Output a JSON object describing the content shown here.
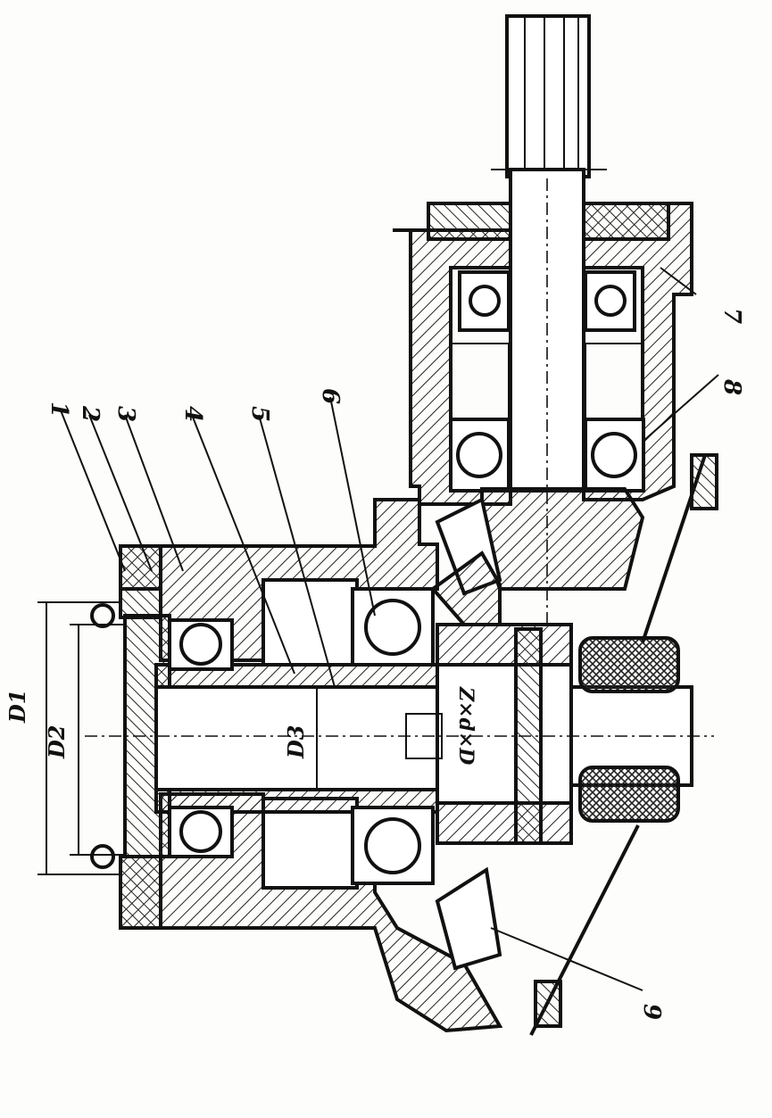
{
  "labels": {
    "l1": "1",
    "l2": "2",
    "l3": "3",
    "l4": "4",
    "l5": "5",
    "l6": "6",
    "l7": "7",
    "l8": "8",
    "l9": "9"
  },
  "dimensions": {
    "d1": "D1",
    "d2": "D2",
    "d3": "D3",
    "spline": "Z×d×D"
  }
}
